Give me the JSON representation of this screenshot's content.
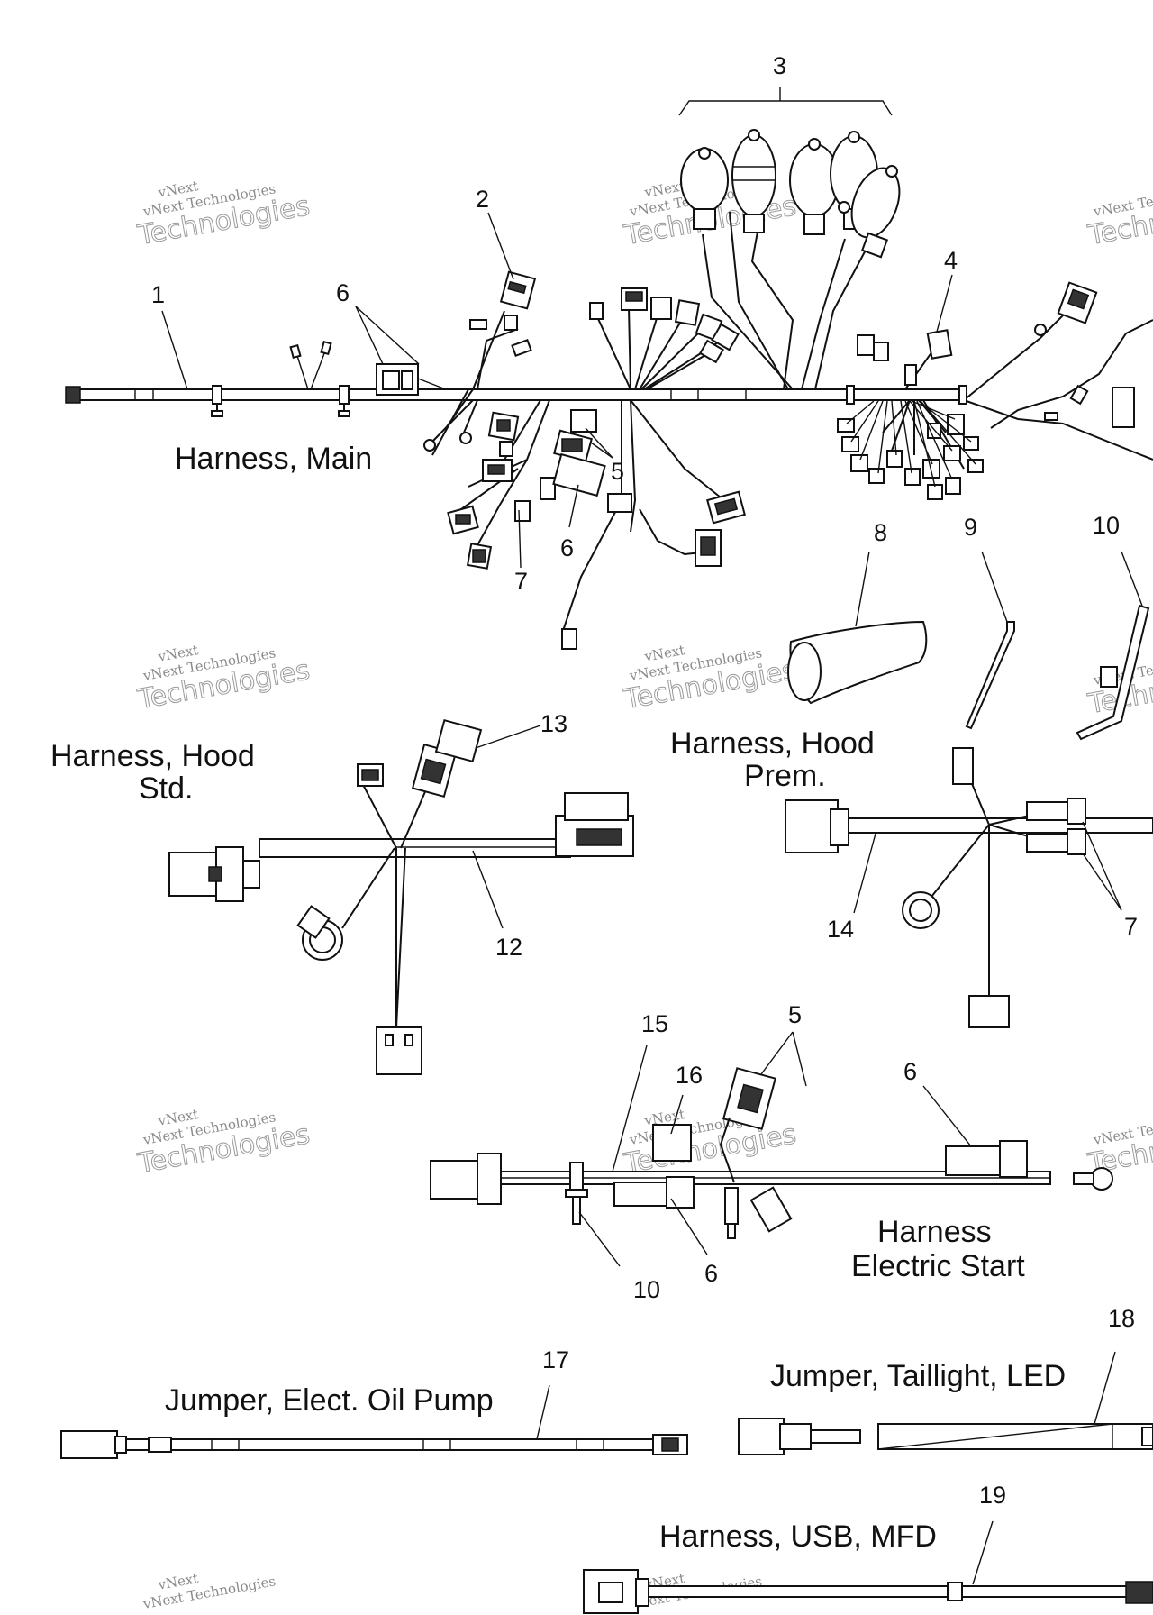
{
  "watermark": {
    "company": "vNext Technologies",
    "big_word": "Technologies",
    "small_word": "vNext"
  },
  "callouts": {
    "c1": "1",
    "c2": "2",
    "c3": "3",
    "c4": "4",
    "c5a": "5",
    "c5b": "5",
    "c6a": "6",
    "c6b": "6",
    "c6c": "6",
    "c6d": "6",
    "c7a": "7",
    "c7b": "7",
    "c8": "8",
    "c9": "9",
    "c10a": "10",
    "c10b": "10",
    "c12": "12",
    "c13": "13",
    "c14": "14",
    "c15": "15",
    "c16": "16",
    "c17": "17",
    "c18": "18",
    "c19": "19"
  },
  "labels": {
    "harness_main": "Harness, Main",
    "hood_std_line1": "Harness, Hood",
    "hood_std_line2": "Std.",
    "hood_prem_line1": "Harness, Hood",
    "hood_prem_line2": "Prem.",
    "electric_start_line1": "Harness",
    "electric_start_line2": "Electric Start",
    "oil_pump": "Jumper, Elect. Oil Pump",
    "taillight": "Jumper, Taillight, LED",
    "usb_mfd": "Harness, USB, MFD"
  }
}
